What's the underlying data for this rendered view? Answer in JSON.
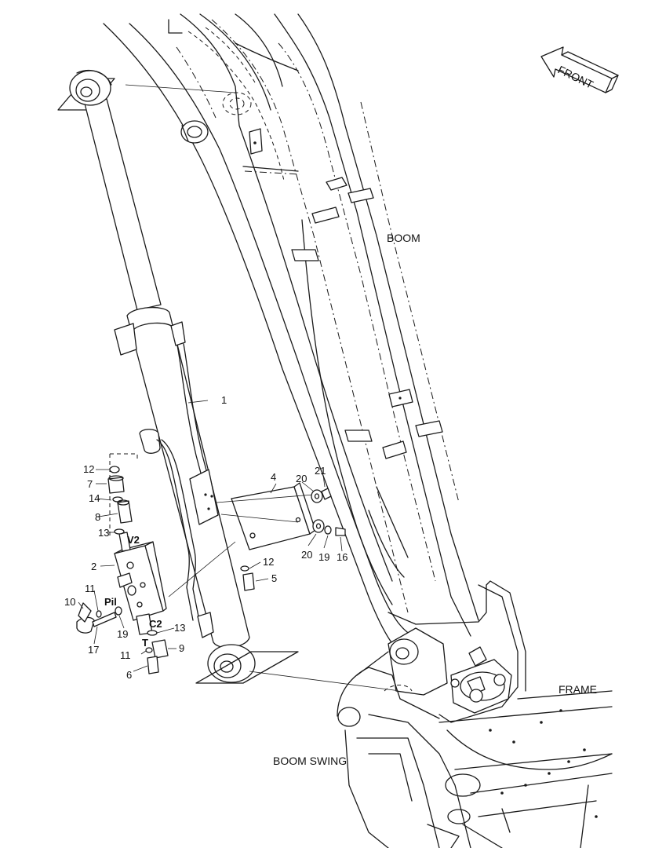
{
  "labels": {
    "boom": "BOOM",
    "frame": "FRAME",
    "boom_swing": "BOOM SWING",
    "front": "FRONT"
  },
  "ports": {
    "v2": "V2",
    "pil": "Pil",
    "c2": "C2",
    "t": "T"
  },
  "callouts": {
    "c1": "1",
    "c2": "2",
    "c4": "4",
    "c5": "5",
    "c6": "6",
    "c7": "7",
    "c8": "8",
    "c9": "9",
    "c10": "10",
    "c11a": "11",
    "c11b": "11",
    "c12a": "12",
    "c12b": "12",
    "c13a": "13",
    "c13b": "13",
    "c14": "14",
    "c16": "16",
    "c17": "17",
    "c19a": "19",
    "c19b": "19",
    "c20a": "20",
    "c20b": "20",
    "c21": "21"
  },
  "icons": {
    "front_arrow": "arrow-left-icon"
  }
}
